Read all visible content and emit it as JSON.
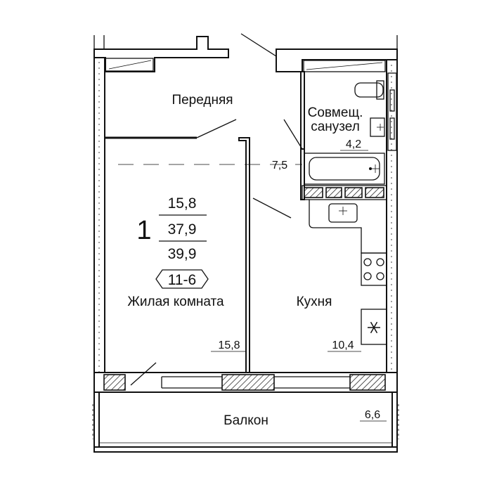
{
  "rooms": {
    "hall": {
      "name": "Передняя"
    },
    "bathroom": {
      "name_line1": "Совмещ.",
      "name_line2": "санузел",
      "area": "4,2"
    },
    "corridor": {
      "area": "7,5"
    },
    "living": {
      "name": "Жилая комната",
      "area": "15,8"
    },
    "kitchen": {
      "name": "Кухня",
      "area": "10,4"
    },
    "balcony": {
      "name": "Балкон",
      "area": "6,6"
    }
  },
  "summary": {
    "rooms_count": "1",
    "living_area": "15,8",
    "total_area": "37,9",
    "total_with_balcony": "39,9",
    "apartment_code": "11-6"
  },
  "icons": [
    "snowflake-icon",
    "stove-burner-icon",
    "sink-icon",
    "toilet-icon",
    "bathtub-icon"
  ]
}
